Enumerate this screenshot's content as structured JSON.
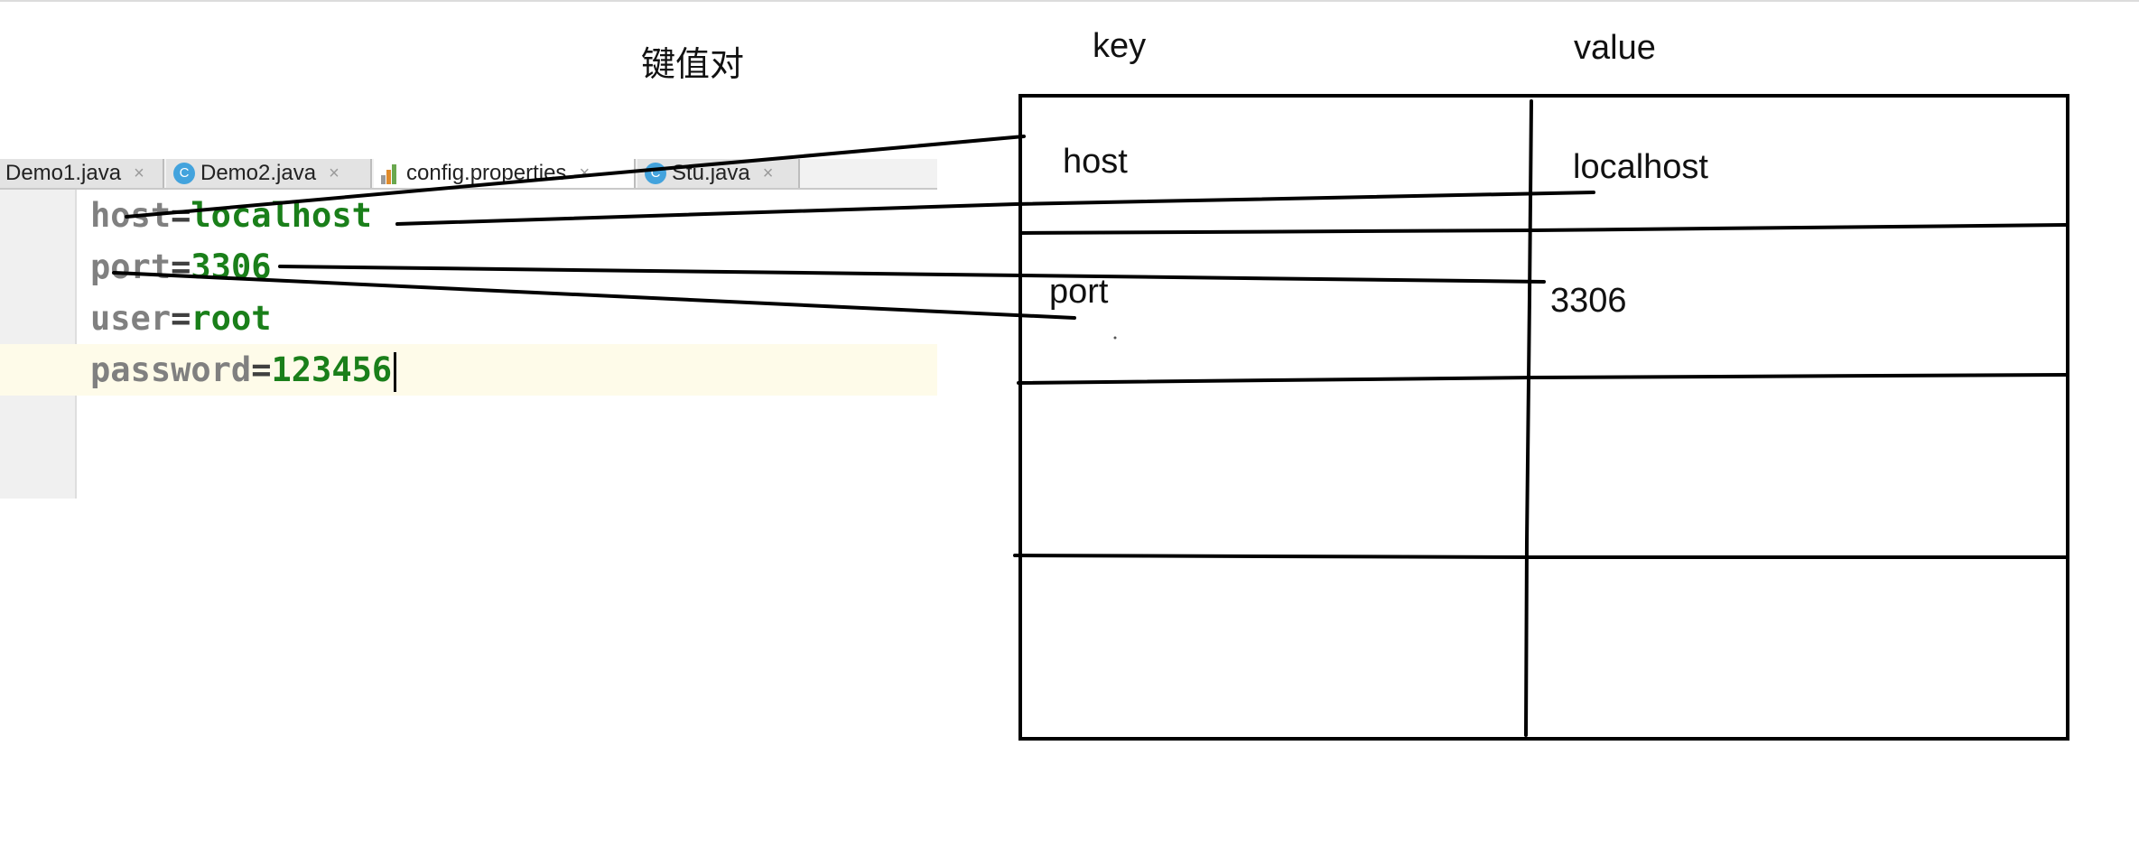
{
  "title": "键值对",
  "table": {
    "col_key": "key",
    "col_value": "value",
    "rows": [
      {
        "key": "host",
        "value": "localhost"
      },
      {
        "key": "port",
        "value": "3306"
      },
      {
        "key": "",
        "value": ""
      },
      {
        "key": "",
        "value": ""
      }
    ]
  },
  "editor": {
    "tabs": [
      {
        "label": "Demo1.java",
        "icon": "class-icon",
        "close": "×"
      },
      {
        "label": "Demo2.java",
        "icon": "class-icon",
        "close": "×",
        "icon_letter": "C"
      },
      {
        "label": "config.properties",
        "icon": "properties-file-icon",
        "close": "×",
        "active": true
      },
      {
        "label": "Stu.java",
        "icon": "class-icon",
        "close": "×",
        "icon_letter": "C"
      }
    ],
    "lines": [
      {
        "key": "host",
        "sep": "=",
        "value": "localhost"
      },
      {
        "key": "port",
        "sep": "=",
        "value": "3306"
      },
      {
        "key": "user",
        "sep": "=",
        "value": "root"
      },
      {
        "key": "password",
        "sep": "=",
        "value": "123456"
      }
    ]
  },
  "colors": {
    "key_text": "#808080",
    "value_text": "#1a7f1a",
    "current_line": "#fefbe9",
    "ink": "#111111"
  }
}
